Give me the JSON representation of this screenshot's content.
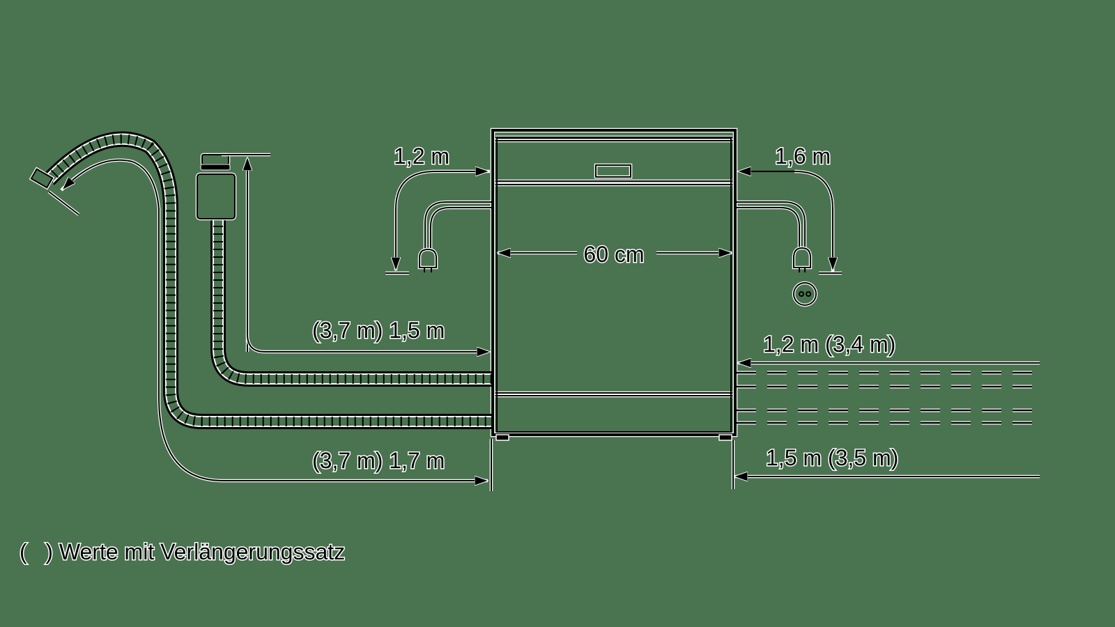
{
  "diagram": {
    "title": "Dishwasher connection dimensions",
    "background_color": "#4a7350",
    "line_color": "#000000",
    "halo_color": "#ffffff",
    "labels": {
      "left_power_cord": "1,2 m",
      "right_power_cord": "1,6 m",
      "width": "60 cm",
      "inlet_hose_left": "(3,7 m) 1,5 m",
      "drain_hose_left": "(3,7 m) 1,7 m",
      "inlet_hose_right": "1,2 m (3,4 m)",
      "drain_hose_right": "1,5 m (3,5 m)"
    },
    "legend": {
      "text": "(   ) Werte mit Verlängerungssatz"
    },
    "icons": {
      "left_plug": "power-plug-icon",
      "right_plug": "power-plug-icon",
      "socket": "power-socket-icon",
      "drain_hose_hook": "drain-hose-icon",
      "aquastop_valve": "water-valve-icon"
    }
  }
}
